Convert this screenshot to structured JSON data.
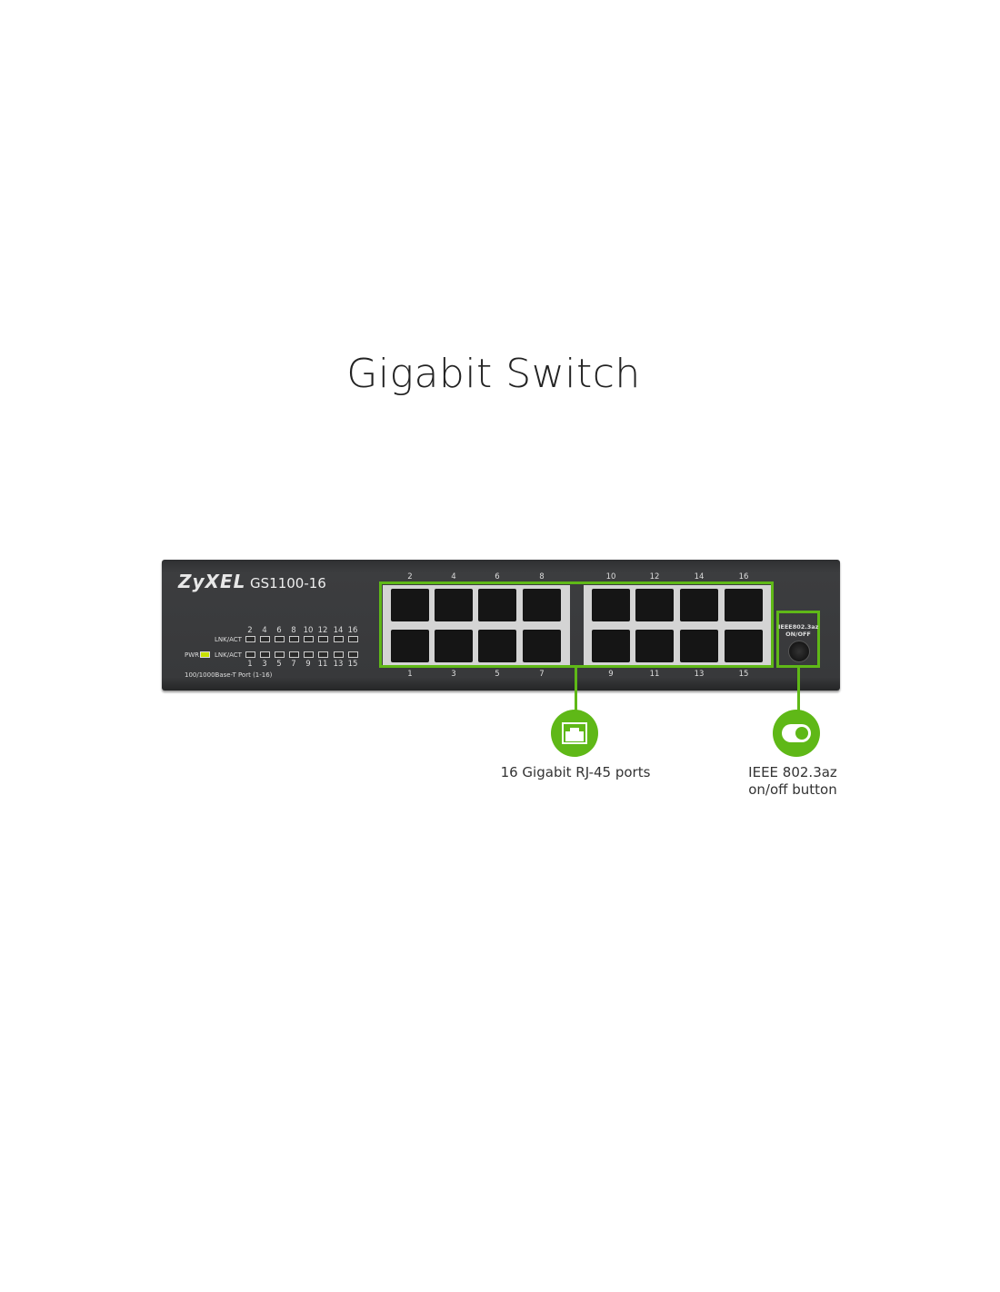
{
  "title": "Gigabit Switch",
  "device": {
    "brand": "ZyXEL",
    "model": "GS1100-16",
    "lnk_act_label": "LNK/ACT",
    "pwr_label": "PWR",
    "port_desc": "100/1000Base-T Port (1-16)",
    "even_ports": [
      "2",
      "4",
      "6",
      "8",
      "10",
      "12",
      "14",
      "16"
    ],
    "odd_ports": [
      "1",
      "3",
      "5",
      "7",
      "9",
      "11",
      "13",
      "15"
    ],
    "eee_label_1": "IEEE802.3az",
    "eee_label_2": "ON/OFF"
  },
  "callouts": {
    "ports": "16 Gigabit RJ-45 ports",
    "button_line1": "IEEE 802.3az",
    "button_line2": "on/off button"
  },
  "colors": {
    "accent": "#5fb817",
    "chassis": "#38393b",
    "pwr_led": "#c8e000"
  }
}
